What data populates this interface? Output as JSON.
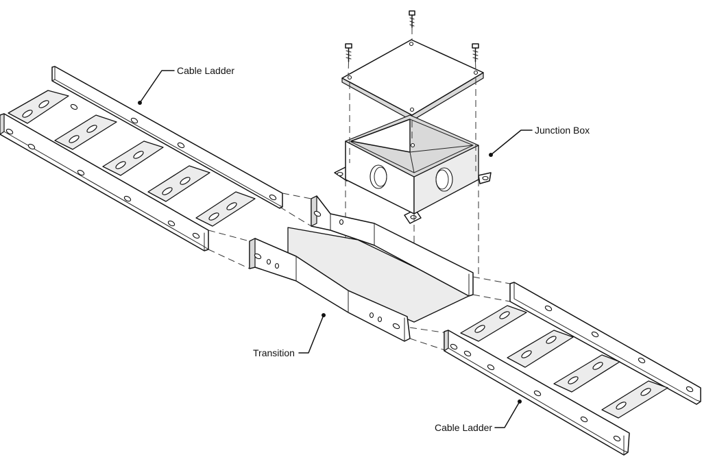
{
  "labels": {
    "cable_ladder_left": "Cable Ladder",
    "junction_box": "Junction Box",
    "transition": "Transition",
    "cable_ladder_right": "Cable Ladder"
  }
}
